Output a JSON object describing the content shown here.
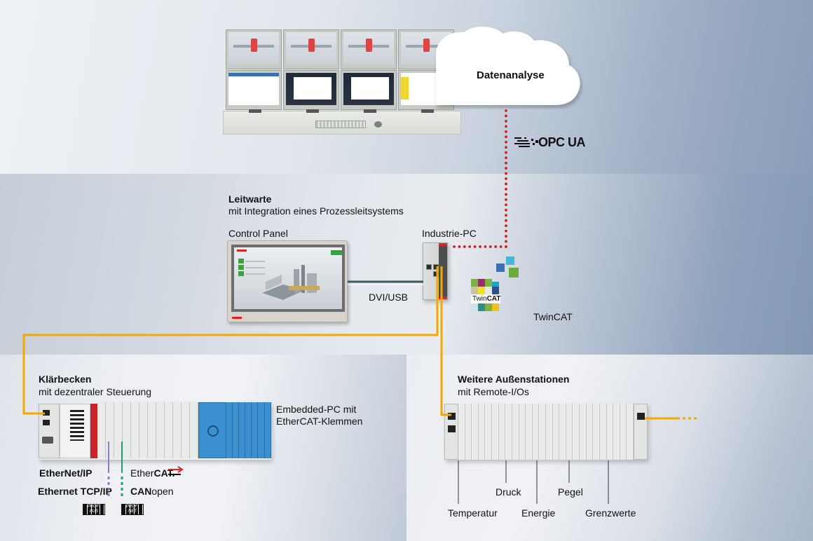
{
  "cloud": {
    "label": "Datenanalyse"
  },
  "opcua": {
    "label": "OPC UA"
  },
  "leitwarte": {
    "title": "Leitwarte",
    "subtitle": "mit Integration eines Prozessleitsystems",
    "control_panel_label": "Control Panel",
    "industrie_pc_label": "Industrie-PC",
    "connection_label": "DVI/USB",
    "twincat_label": "TwinCAT",
    "twincat_logo_text_a": "Twin",
    "twincat_logo_text_b": "CAT"
  },
  "klaerbecken": {
    "title": "Klärbecken",
    "subtitle": "mit dezentraler Steuerung",
    "device_label_line1": "Embedded-PC mit",
    "device_label_line2": "EtherCAT-Klemmen",
    "protocols": {
      "ethernet_ip": "EtherNet/IP",
      "ethernet_tcp": "Ethernet TCP/IP",
      "ethercat_a": "Ether",
      "ethercat_b": "CAT.",
      "canopen_a": "CAN",
      "canopen_b": "open",
      "profibus": "PROFI BUS",
      "profinet": "PROFI NET"
    }
  },
  "aussenstationen": {
    "title": "Weitere Außenstationen",
    "subtitle": "mit Remote-I/Os",
    "signals": [
      "Temperatur",
      "Druck",
      "Energie",
      "Pegel",
      "Grenzwerte"
    ]
  },
  "colors": {
    "ethernet_cable": "#f5a800",
    "opcua_dots": "#d11f1f",
    "dvi_cable": "#3d5a5a",
    "ethernet_ip_line": "#8a7fc4",
    "ethercat_line": "#1f9e6e",
    "brand_red": "#d12a2a"
  }
}
